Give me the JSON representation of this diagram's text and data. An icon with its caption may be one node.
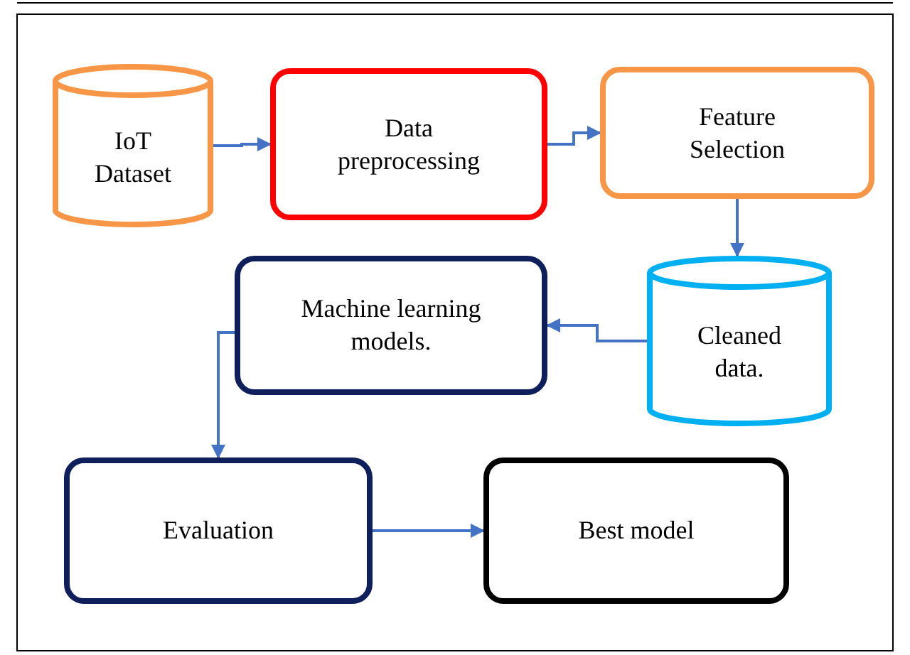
{
  "diagram": {
    "nodes": [
      {
        "text": [
          "IoT Dataset"
        ]
      },
      {
        "text": [
          "Data preprocessing"
        ]
      },
      {
        "text": [
          "Feature Selection"
        ]
      },
      {
        "text": [
          "Cleaned data."
        ]
      },
      {
        "text": [
          "Machine learning models."
        ]
      },
      {
        "text": [
          "Evaluation"
        ]
      },
      {
        "text": [
          "Best model"
        ]
      }
    ],
    "edges": [
      {
        "from": 0,
        "to": 1,
        "arrow": "to"
      },
      {
        "from": 1,
        "to": 2,
        "arrow": "to"
      },
      {
        "from": 2,
        "to": 3,
        "arrow": "to"
      },
      {
        "from": 3,
        "to": 4,
        "arrow": "to"
      },
      {
        "from": 4,
        "to": 5,
        "arrow": "to"
      },
      {
        "from": 5,
        "to": 6,
        "arrow": "to"
      }
    ]
  }
}
